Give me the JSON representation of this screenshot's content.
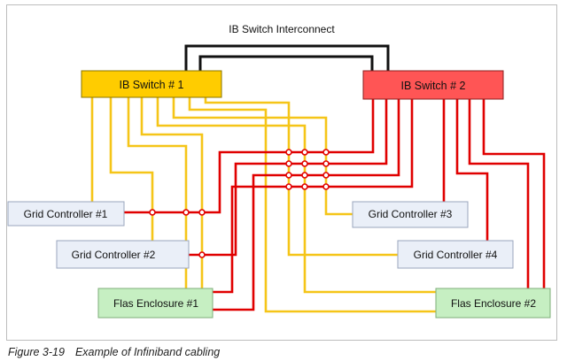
{
  "interconnect_label": "IB Switch Interconnect",
  "switches": [
    {
      "label": "IB Switch # 1",
      "fill": "#FFCC00"
    },
    {
      "label": "IB Switch # 2",
      "fill": "#FF5555"
    }
  ],
  "grid_controllers": [
    {
      "label": "Grid Controller #1"
    },
    {
      "label": "Grid Controller #2"
    },
    {
      "label": "Grid Controller #3"
    },
    {
      "label": "Grid Controller #4"
    }
  ],
  "enclosures": [
    {
      "label": "Flas Enclosure #1"
    },
    {
      "label": "Flas Enclosure #2"
    }
  ],
  "caption": {
    "number": "Figure 3-19",
    "text": "Example of Infiniband cabling"
  },
  "colors": {
    "switch1_cable": "#F5C518",
    "switch2_cable": "#E00000",
    "interconnect_cable": "#111111",
    "controller_fill": "#EAEFF8",
    "enclosure_fill": "#C6EFC2"
  }
}
